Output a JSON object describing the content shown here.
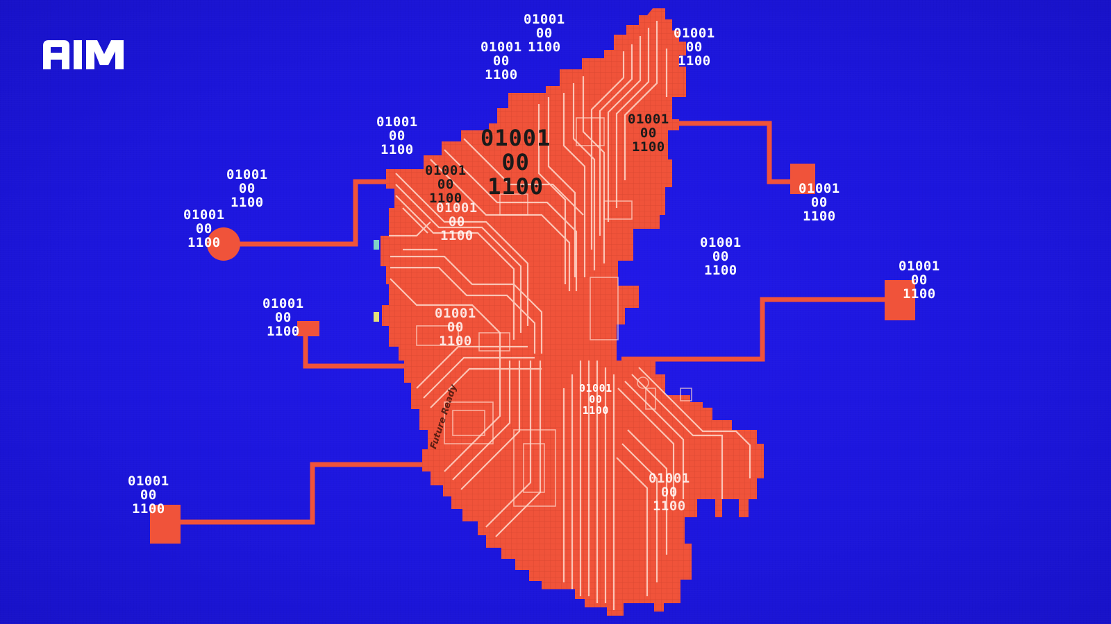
{
  "brand": {
    "logo_text": "AIM"
  },
  "tagline": "Future Ready",
  "binary_tags": [
    {
      "lines": [
        "01001",
        "00",
        "1100"
      ]
    },
    {
      "lines": [
        "01001",
        "00",
        "1100"
      ]
    },
    {
      "lines": [
        "01001",
        "00",
        "1100"
      ]
    },
    {
      "lines": [
        "01001",
        "00",
        "1100"
      ]
    },
    {
      "lines": [
        "01001",
        "00",
        "1100"
      ]
    },
    {
      "lines": [
        "01001",
        "00",
        "1100"
      ]
    },
    {
      "lines": [
        "01001",
        "00",
        "1100"
      ]
    },
    {
      "lines": [
        "01001",
        "00",
        "1100"
      ]
    },
    {
      "lines": [
        "01001",
        "00",
        "1100"
      ]
    },
    {
      "lines": [
        "01001",
        "00",
        "1100"
      ]
    },
    {
      "lines": [
        "01001",
        "00",
        "1100"
      ]
    },
    {
      "lines": [
        "01001",
        "00",
        "1100"
      ]
    },
    {
      "lines": [
        "01001",
        "00",
        "1100"
      ]
    },
    {
      "lines": [
        "01001",
        "00",
        "1100"
      ]
    },
    {
      "lines": [
        "01001",
        "00",
        "1100"
      ]
    },
    {
      "lines": [
        "01001",
        "00",
        "1100"
      ]
    },
    {
      "lines": [
        "01001",
        "00",
        "1100"
      ]
    },
    {
      "lines": [
        "01001",
        "00",
        "1100"
      ]
    }
  ],
  "colors": {
    "background": "#1c16dc",
    "circuit": "#f0533a",
    "circuit_dark": "#d9412b",
    "trace": "#ffd9cc",
    "text": "#ffffff"
  },
  "icons": [
    "aim-logo",
    "circuit-board-map"
  ]
}
